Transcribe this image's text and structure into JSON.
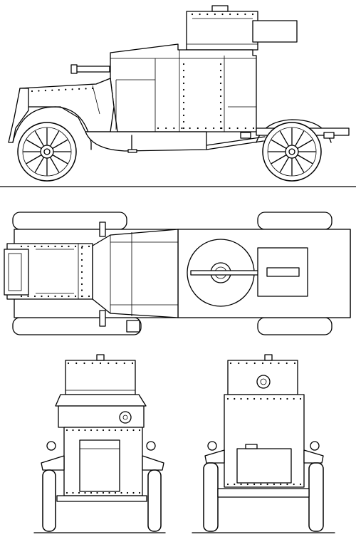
{
  "drawing": {
    "subject": "",
    "views": [
      "side",
      "top",
      "front",
      "rear"
    ]
  },
  "style": {
    "line_color": "#000000",
    "background": "#ffffff"
  }
}
